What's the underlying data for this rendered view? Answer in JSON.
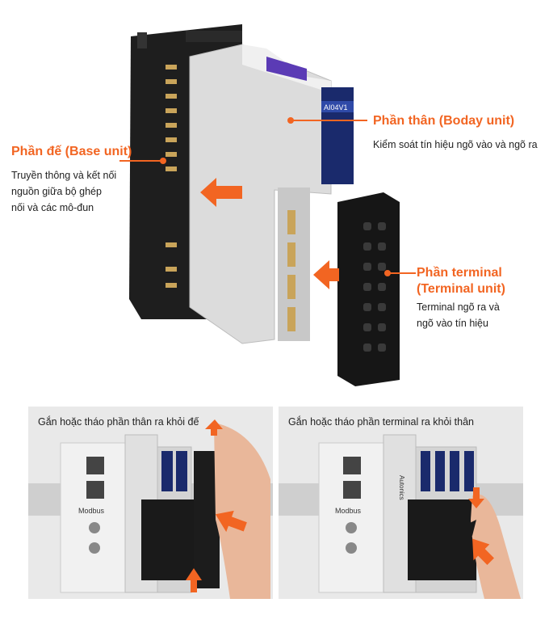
{
  "base_unit": {
    "title": "Phần đế (Base unit)",
    "desc_lines": [
      "Truyền thông và kết nối",
      "nguồn giữa bộ ghép",
      "nối và các mô-đun"
    ]
  },
  "body_unit": {
    "title": "Phần thân (Boday unit)",
    "desc": "Kiểm soát tín hiệu ngõ vào và ngõ ra"
  },
  "terminal_unit": {
    "title_lines": [
      "Phần terminal",
      "(Terminal unit)"
    ],
    "desc_lines": [
      "Terminal ngõ ra và",
      "ngõ vào tín hiệu"
    ]
  },
  "module_label": "AI04V1",
  "photos": {
    "left_caption": "Gắn hoặc tháo phần thân ra khỏi đế",
    "right_caption": "Gắn hoặc tháo phần terminal ra khỏi thân",
    "brand": "Modbus",
    "brand2": "Autonics"
  },
  "colors": {
    "accent": "#f26522",
    "module_blue": "#1a2a6c"
  }
}
